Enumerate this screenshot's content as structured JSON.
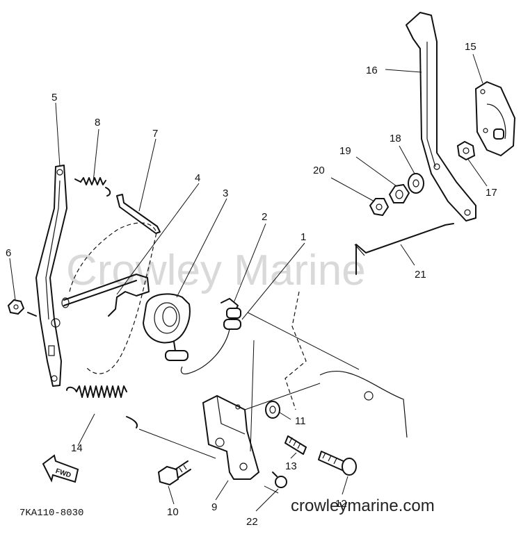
{
  "watermark": "Crowley Marine",
  "site_label": "crowleymarine.com",
  "drawing_code": "7KA110-8030",
  "forward_label": "FWD",
  "callouts": {
    "p1": "1",
    "p2": "2",
    "p3": "3",
    "p4": "4",
    "p5": "5",
    "p6": "6",
    "p7": "7",
    "p8": "8",
    "p9": "9",
    "p10": "10",
    "p11": "11",
    "p12": "12",
    "p13": "13",
    "p14": "14",
    "p15": "15",
    "p16": "16",
    "p17": "17",
    "p18": "18",
    "p19": "19",
    "p20": "20",
    "p21": "21",
    "p22": "22"
  }
}
